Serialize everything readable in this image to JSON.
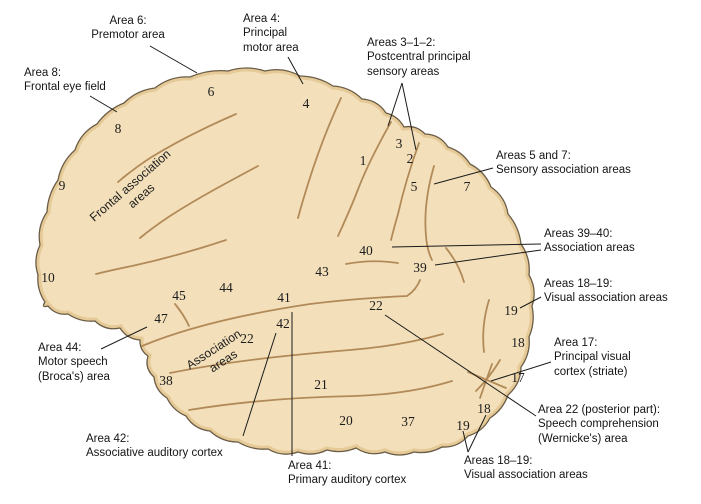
{
  "palette": {
    "background": "#ffffff",
    "brain_fill": "#f3e0bb",
    "brain_outline": "#6a5c46",
    "sulcus": "#b28a58",
    "leader_line": "#1a1a1a",
    "text": "#141414"
  },
  "on_brain_labels": {
    "frontal_association": [
      "Frontal association",
      "areas"
    ],
    "association": [
      "Association",
      "areas"
    ]
  },
  "numbers": [
    "6",
    "4",
    "8",
    "9",
    "1",
    "3",
    "2",
    "5",
    "7",
    "10",
    "40",
    "39",
    "43",
    "44",
    "45",
    "41",
    "47",
    "42",
    "22",
    "22",
    "19",
    "18",
    "38",
    "17",
    "21",
    "18",
    "20",
    "37",
    "19"
  ],
  "callouts": {
    "area6": "Area 6:\nPremotor area",
    "area4": "Area 4:\nPrincipal\nmotor area",
    "areas312": "Areas 3–1–2:\nPostcentral principal\nsensory areas",
    "area8": "Area 8:\nFrontal eye field",
    "areas5and7": "Areas 5 and 7:\nSensory association areas",
    "areas3940": "Areas 39–40:\nAssociation areas",
    "areas1819_right": "Areas 18–19:\nVisual association areas",
    "area17": "Area 17:\nPrincipal visual\ncortex (striate)",
    "area22posterior": "Area 22 (posterior part):\nSpeech comprehension\n(Wernicke's) area",
    "areas1819_bottom": "Areas 18–19:\nVisual association areas",
    "area41": "Area 41:\nPrimary auditory cortex",
    "area42": "Area 42:\nAssociative auditory cortex",
    "area44": "Area 44:\nMotor speech\n(Broca's) area"
  }
}
